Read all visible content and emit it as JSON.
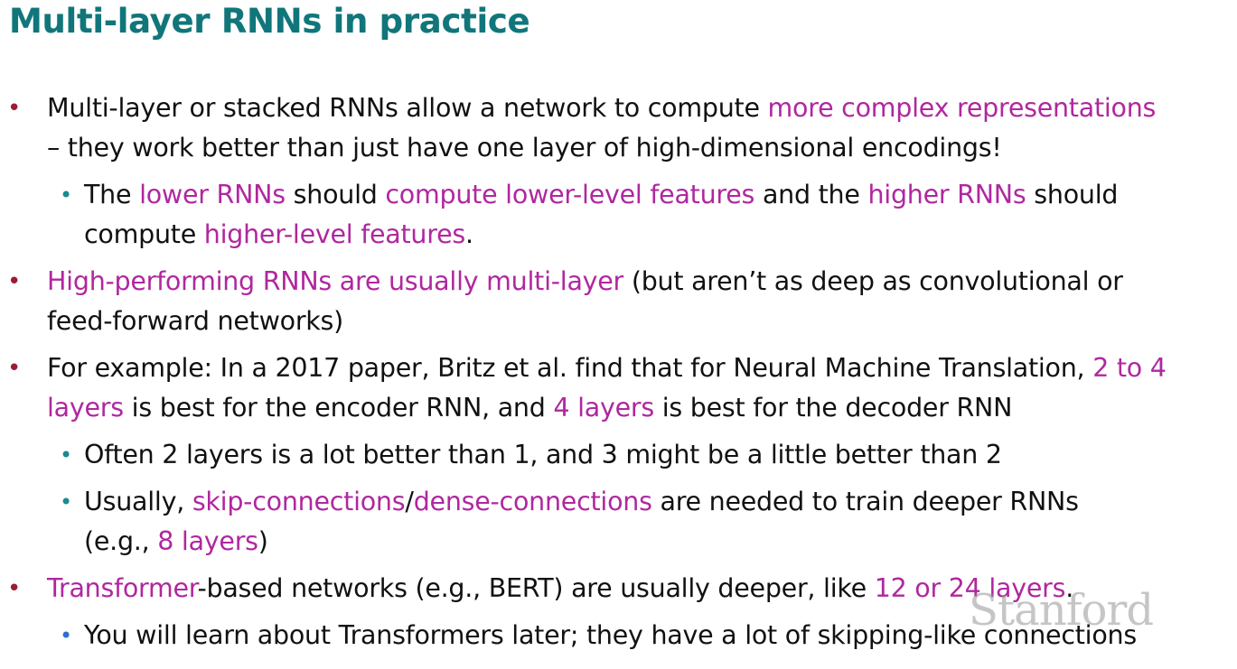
{
  "title": "Multi-layer RNNs in practice",
  "watermark": "Stanford",
  "bullets": [
    {
      "line1": {
        "t1": "Multi-layer or stacked RNNs allow a network to compute ",
        "h1": "more complex representations"
      },
      "line2": "– they work better than just have one layer of high-dimensional encodings!"
    },
    {
      "line1": {
        "t1": "The ",
        "h1": "lower RNNs",
        "t2": " should ",
        "h2": "compute lower-level features",
        "t3": " and the ",
        "h3": "higher RNNs",
        "t4": " should"
      },
      "line2": {
        "t1": "compute ",
        "h1": "higher-level features",
        "t2": "."
      }
    },
    {
      "line1": {
        "h1": "High-performing RNNs are usually multi-layer",
        "t1": " (but aren’t as deep as convolutional or"
      },
      "line2": "feed-forward networks)"
    },
    {
      "line1": {
        "t1": "For example: In a 2017 paper, Britz et al. find that for Neural Machine Translation, ",
        "h1": "2 to 4"
      },
      "line2": {
        "h1": "layers",
        "t1": " is best for the encoder RNN, and ",
        "h2": "4 layers",
        "t2": " is best for the decoder RNN"
      }
    },
    {
      "text": "Often 2 layers is a lot better than 1, and 3 might be a little better than 2"
    },
    {
      "line1": {
        "t1": "Usually, ",
        "h1": "skip-connections",
        "t2": "/",
        "h2": "dense-connections",
        "t3": " are needed to train deeper RNNs"
      },
      "line2": {
        "t1": "(e.g., ",
        "h1": "8 layers",
        "t2": ")"
      }
    },
    {
      "line1": {
        "h1": "Transformer",
        "t1": "-based networks (e.g., BERT) are usually deeper, like ",
        "h2": "12 or 24 layers",
        "t2": "."
      }
    },
    {
      "text": "You will learn about Transformers later; they have a lot of skipping-like connections"
    }
  ],
  "colors": {
    "title": "#10767a",
    "highlight": "#b0279f",
    "bullet_level1": "#9c1c33",
    "bullet_level2": "#1c8a8e",
    "bullet_level2_last": "#2f6fd0"
  }
}
